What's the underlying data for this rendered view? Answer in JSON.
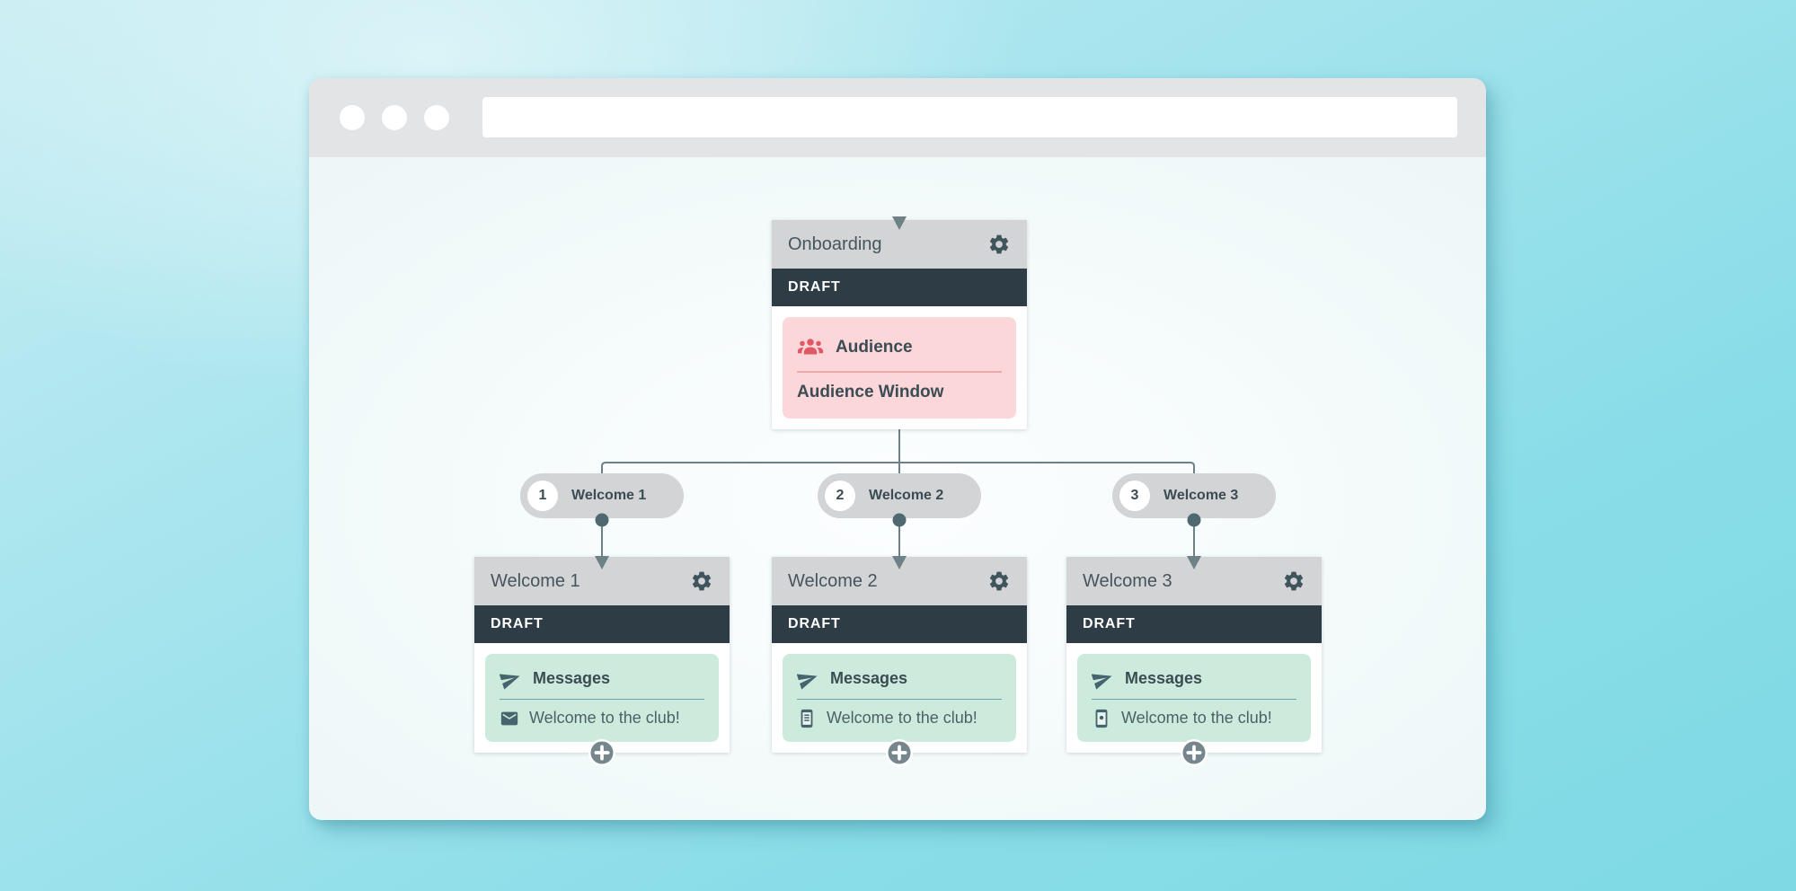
{
  "colors": {
    "page_gradient_start": "#c8edf3",
    "page_gradient_end": "#7ed9e5",
    "browser_chrome": "#e3e4e6",
    "card_header": "#d3d4d6",
    "status_band": "#2e3c46",
    "audience_panel_bg": "#fbd7d9",
    "audience_accent": "#e15764",
    "messages_panel_bg": "#cdebdc",
    "messages_accent": "#47646e",
    "connector": "#6e8187",
    "text_dark": "#3b4c54"
  },
  "browser": {
    "url_value": ""
  },
  "flow": {
    "root": {
      "title": "Onboarding",
      "status": "DRAFT",
      "panel_heading": "Audience",
      "panel_detail": "Audience Window",
      "header_icon": "gear-icon",
      "panel_icon": "audience-people-icon"
    },
    "branches": [
      {
        "number": "1",
        "pill_label": "Welcome 1",
        "card": {
          "title": "Welcome 1",
          "status": "DRAFT",
          "panel_heading": "Messages",
          "panel_icon": "send-paper-plane-icon",
          "message": "Welcome to the club!",
          "message_icon": "email-envelope-icon",
          "add_icon": "plus-icon"
        }
      },
      {
        "number": "2",
        "pill_label": "Welcome 2",
        "card": {
          "title": "Welcome 2",
          "status": "DRAFT",
          "panel_heading": "Messages",
          "panel_icon": "send-paper-plane-icon",
          "message": "Welcome to the club!",
          "message_icon": "sms-phone-icon",
          "add_icon": "plus-icon"
        }
      },
      {
        "number": "3",
        "pill_label": "Welcome 3",
        "card": {
          "title": "Welcome 3",
          "status": "DRAFT",
          "panel_heading": "Messages",
          "panel_icon": "send-paper-plane-icon",
          "message": "Welcome to the club!",
          "message_icon": "push-phone-icon",
          "add_icon": "plus-icon"
        }
      }
    ]
  }
}
